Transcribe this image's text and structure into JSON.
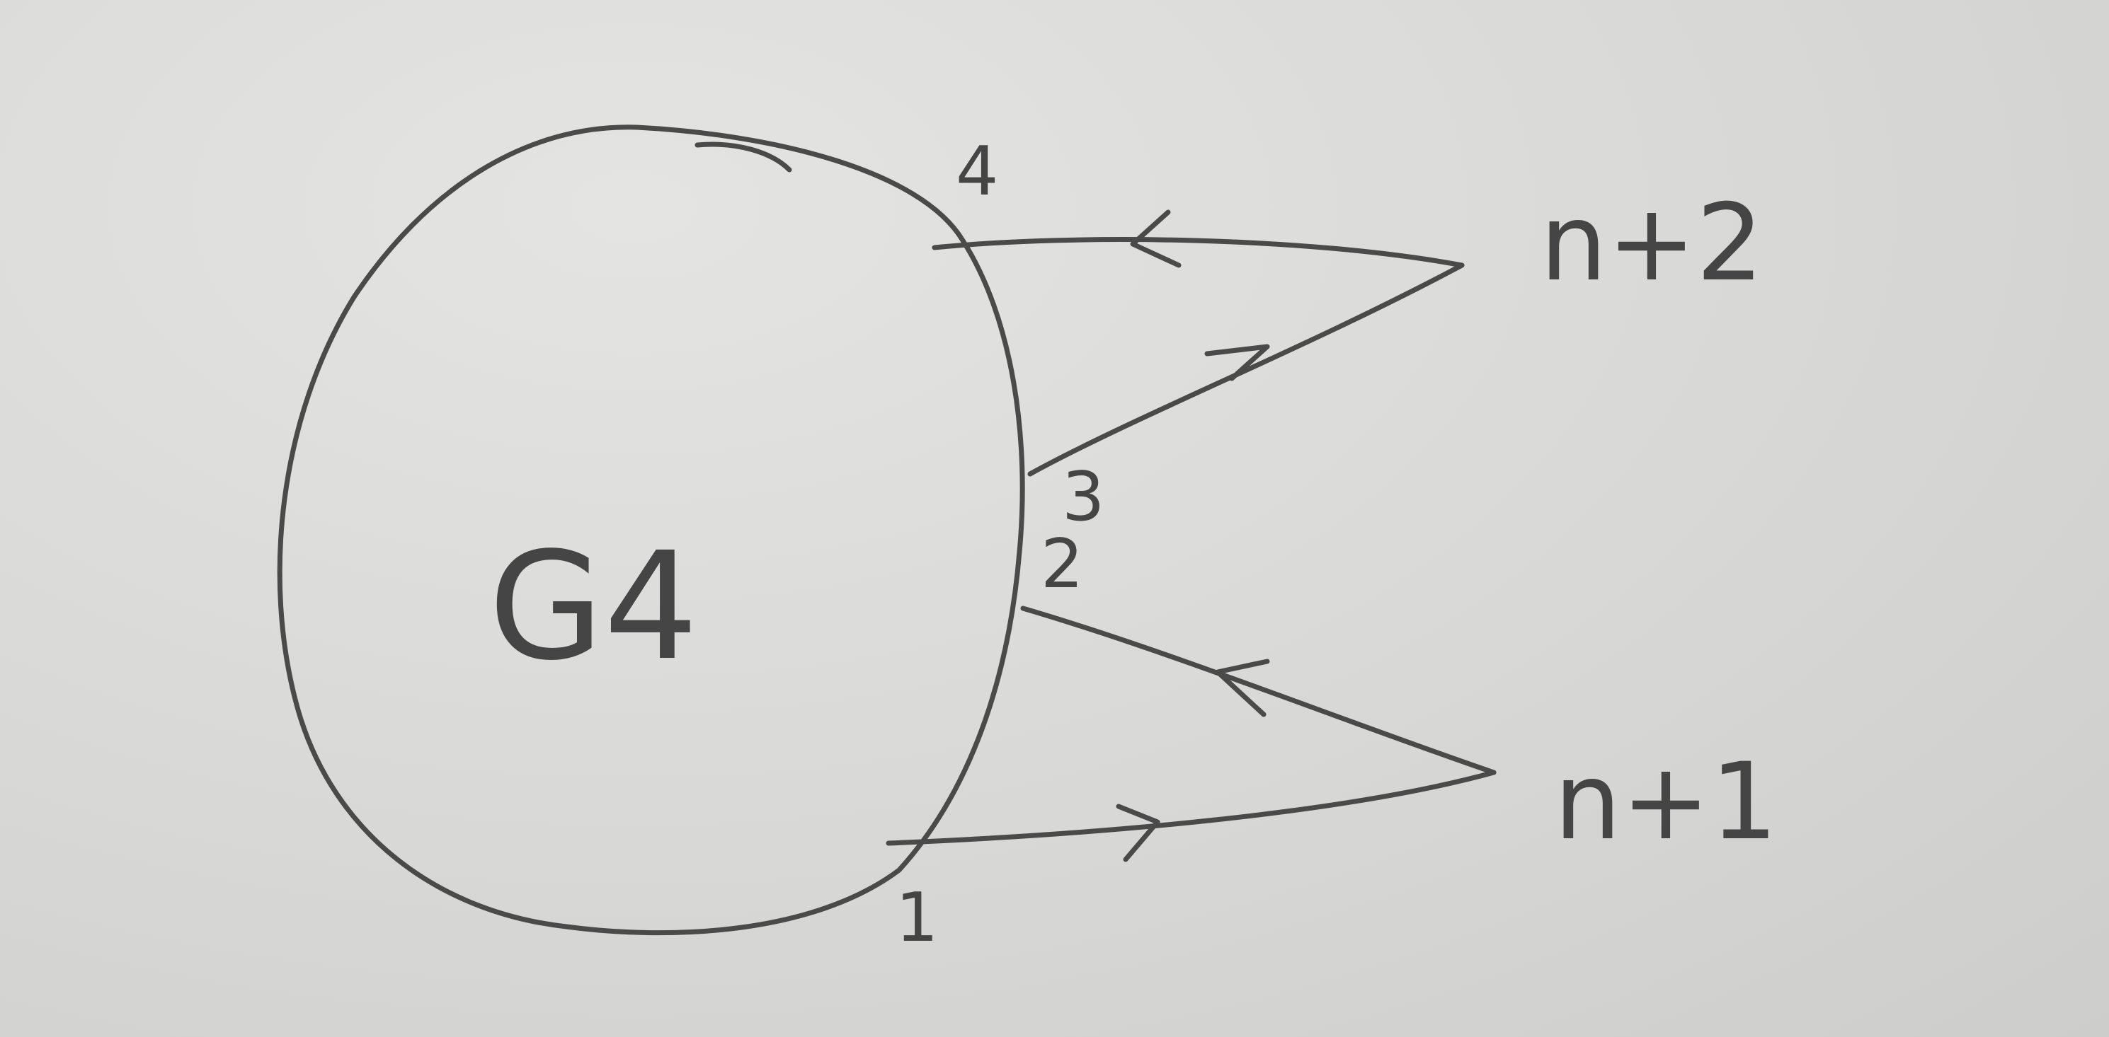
{
  "diagram": {
    "graph_label": "G4",
    "nodes": {
      "upper": "n+2",
      "lower": "n+1"
    },
    "ports": {
      "p1": "1",
      "p2": "2",
      "p3": "3",
      "p4": "4"
    },
    "edges": [
      {
        "from": "p3",
        "to": "upper",
        "direction": "outgoing"
      },
      {
        "from": "upper",
        "to": "p4",
        "direction": "incoming"
      },
      {
        "from": "p1",
        "to": "lower",
        "direction": "outgoing"
      },
      {
        "from": "lower",
        "to": "p2",
        "direction": "incoming"
      }
    ],
    "stroke_color": "#4a4a4a",
    "paper_color": "#d8d8d6"
  }
}
